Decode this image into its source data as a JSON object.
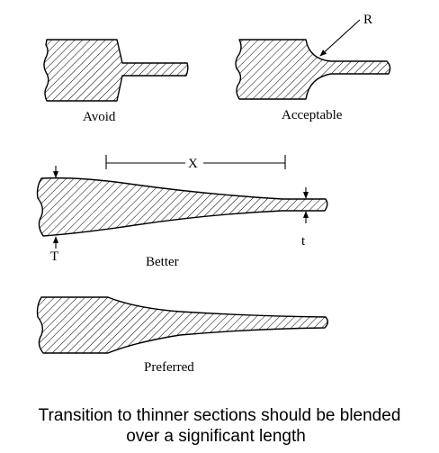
{
  "labels": {
    "avoid": "Avoid",
    "acceptable": "Acceptable",
    "radius": "R",
    "length": "X",
    "thick": "T",
    "thin": "t",
    "better": "Better",
    "preferred": "Preferred"
  },
  "caption": {
    "line1": "Transition to thinner sections should be blended",
    "line2": "over a significant length"
  }
}
